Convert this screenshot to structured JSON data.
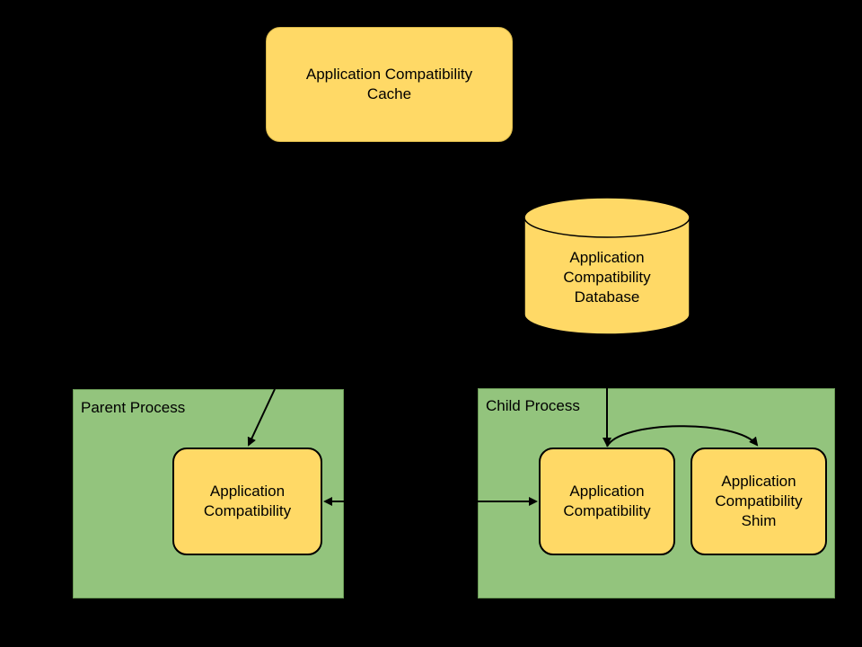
{
  "diagram": {
    "cache": {
      "label": "Application Compatibility\nCache"
    },
    "database": {
      "label": "Application\nCompatibility\nDatabase"
    },
    "parent_process": {
      "label": "Parent Process",
      "node": {
        "label": "Application\nCompatibility"
      }
    },
    "child_process": {
      "label": "Child Process",
      "node": {
        "label": "Application\nCompatibility"
      },
      "shim": {
        "label": "Application\nCompatibility\nShim"
      }
    }
  },
  "colors": {
    "background": "#000000",
    "process_fill": "#93c47d",
    "node_fill": "#ffd966",
    "stroke": "#000000"
  }
}
